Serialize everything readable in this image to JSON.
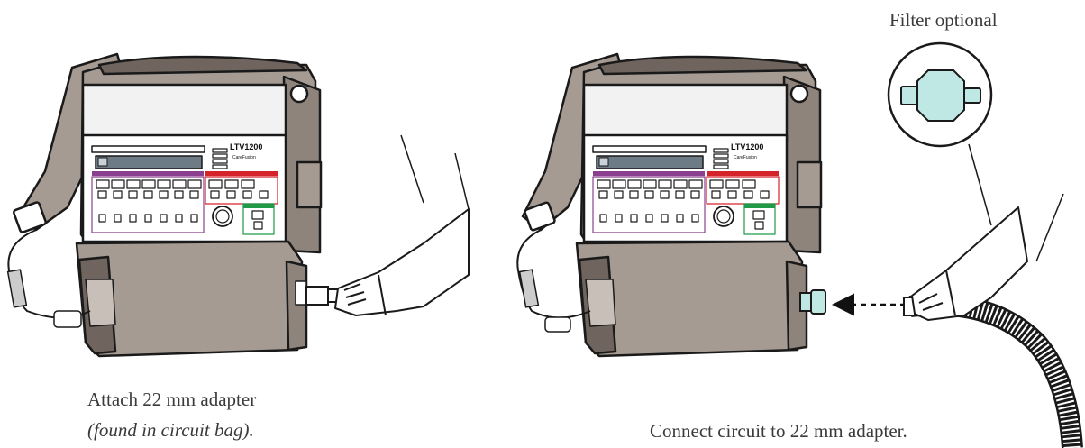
{
  "captions": {
    "left_line1": "Attach 22 mm  adapter",
    "left_line2": "(found in circuit bag).",
    "right": "Connect circuit to 22 mm  adapter.",
    "filter": "Filter optional"
  },
  "device": {
    "model_label": "LTV1200",
    "brand_label": "CareFusion"
  },
  "colors": {
    "bag": "#a69b93",
    "bag_dark": "#6f655e",
    "panel": "#f2f2f2",
    "purple": "#8b3f8f",
    "red": "#d5232a",
    "green": "#1f9a48",
    "filter": "#bfe8e4",
    "outline": "#1a1a1a"
  }
}
